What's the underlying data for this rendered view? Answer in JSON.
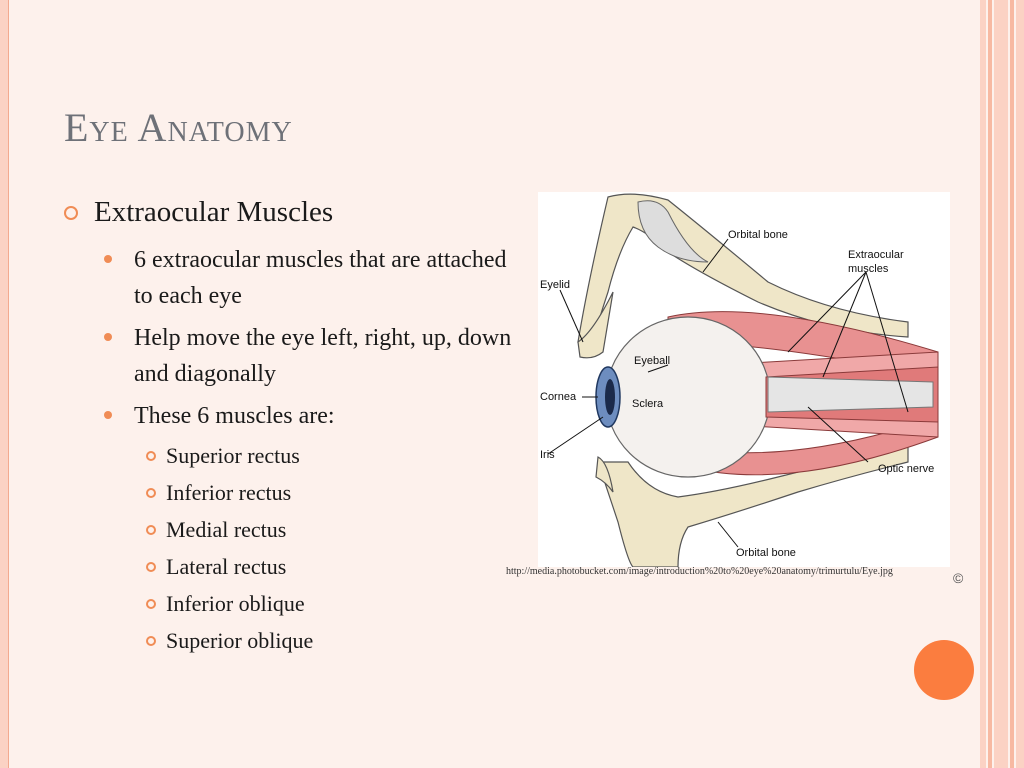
{
  "slide": {
    "title": "Eye Anatomy",
    "main_bullet": "Extraocular Muscles",
    "sub_bullets": [
      "6 extraocular muscles that are attached to each eye",
      "Help move the eye left, right, up, down and diagonally",
      "These 6 muscles are:"
    ],
    "muscles": [
      "Superior rectus",
      "Inferior rectus",
      "Medial rectus",
      "Lateral rectus",
      "Inferior oblique",
      "Superior oblique"
    ],
    "image_credit": "http://media.photobucket.com/image/introduction%20to%20eye%20anatomy/trimurtulu/Eye.jpg"
  },
  "diagram_labels": {
    "orbital_bone_top": "Orbital bone",
    "extraocular": "Extraocular",
    "muscles": "muscles",
    "eyelid": "Eyelid",
    "eyeball": "Eyeball",
    "cornea": "Cornea",
    "sclera": "Sclera",
    "iris": "Iris",
    "optic_nerve": "Optic nerve",
    "orbital_bone_bottom": "Orbital bone"
  },
  "colors": {
    "accent": "#f08c55",
    "title": "#6e7178",
    "background": "#fdf1ec",
    "circle": "#fb7d3f"
  }
}
